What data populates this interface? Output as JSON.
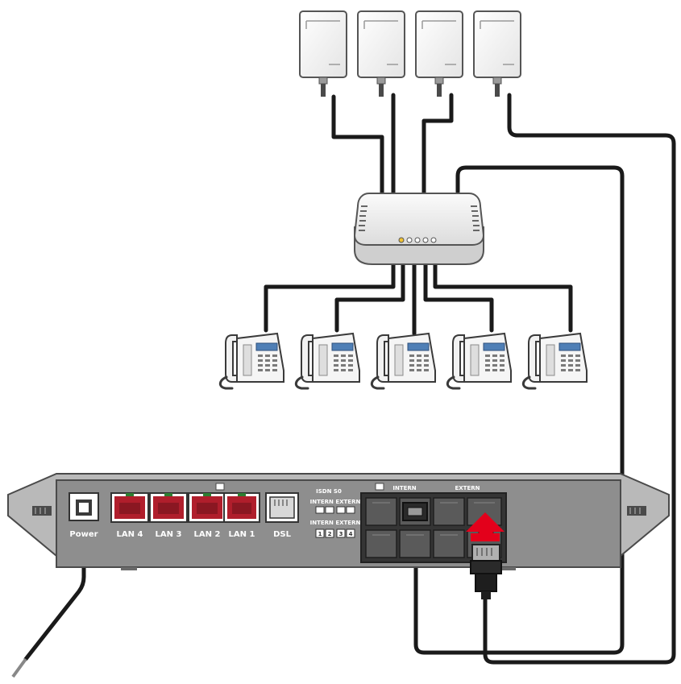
{
  "labels": {
    "power": "Power",
    "lan4": "LAN 4",
    "lan3": "LAN 3",
    "lan2": "LAN 2",
    "lan1": "LAN 1",
    "dsl": "DSL",
    "isdn": "ISDN S0",
    "intern_extern_1": "INTERN EXTERN",
    "intern_extern_2": "INTERN EXTERN",
    "num1": "1",
    "num2": "2",
    "num3": "3",
    "num4": "4",
    "block_a": "INTERN",
    "block_b": "EXTERN"
  },
  "colors": {
    "lan_port": "#b01e2c",
    "router_body": "#8e8e8e",
    "router_frame": "#b9b9b9",
    "cable": "#1a1a1a",
    "arrow": "#e3001b"
  }
}
